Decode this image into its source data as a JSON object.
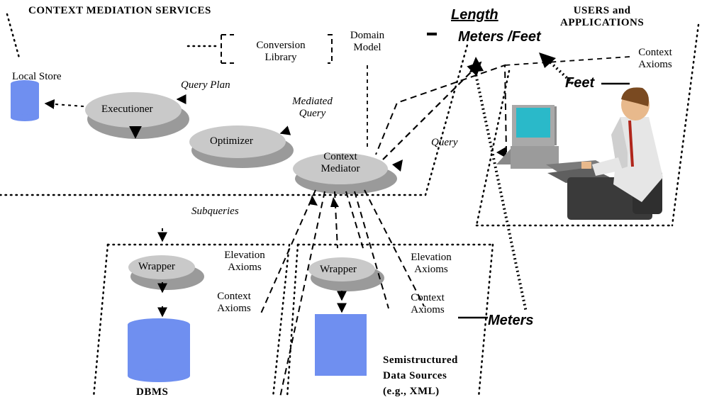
{
  "sections": {
    "context_mediation_services": "CONTEXT MEDIATION SERVICES",
    "users_and_applications": "USERS and\nAPPLICATIONS",
    "semistructured_sources": "Semistructured\nData Sources\n(e.g., XML)",
    "dbms": "DBMS"
  },
  "components": {
    "local_store": "Local Store",
    "executioner": "Executioner",
    "optimizer": "Optimizer",
    "context_mediator": "Context\nMediator",
    "conversion_library": "Conversion\nLibrary",
    "domain_model": "Domain\nModel",
    "wrapper_left": "Wrapper",
    "wrapper_right": "Wrapper"
  },
  "labels": {
    "query_plan": "Query Plan",
    "mediated_query": "Mediated\nQuery",
    "query": "Query",
    "subqueries": "Subqueries",
    "context_axioms_users": "Context\nAxioms",
    "elevation_axioms_left": "Elevation\nAxioms",
    "context_axioms_left": "Context\nAxioms",
    "elevation_axioms_right": "Elevation\nAxioms",
    "context_axioms_right": "Context\nAxioms"
  },
  "annotations": {
    "length": "Length",
    "meters_feet": "Meters /Feet",
    "feet": "Feet",
    "meters": "Meters"
  },
  "colors": {
    "db_fill": "#6f8ff0",
    "ellipse_fill": "#c9c9c9",
    "ellipse_shadow": "#9a9a9a",
    "monitor_screen": "#2ab9c9",
    "shirt": "#e6e6e6",
    "skin": "#e8b98c"
  }
}
